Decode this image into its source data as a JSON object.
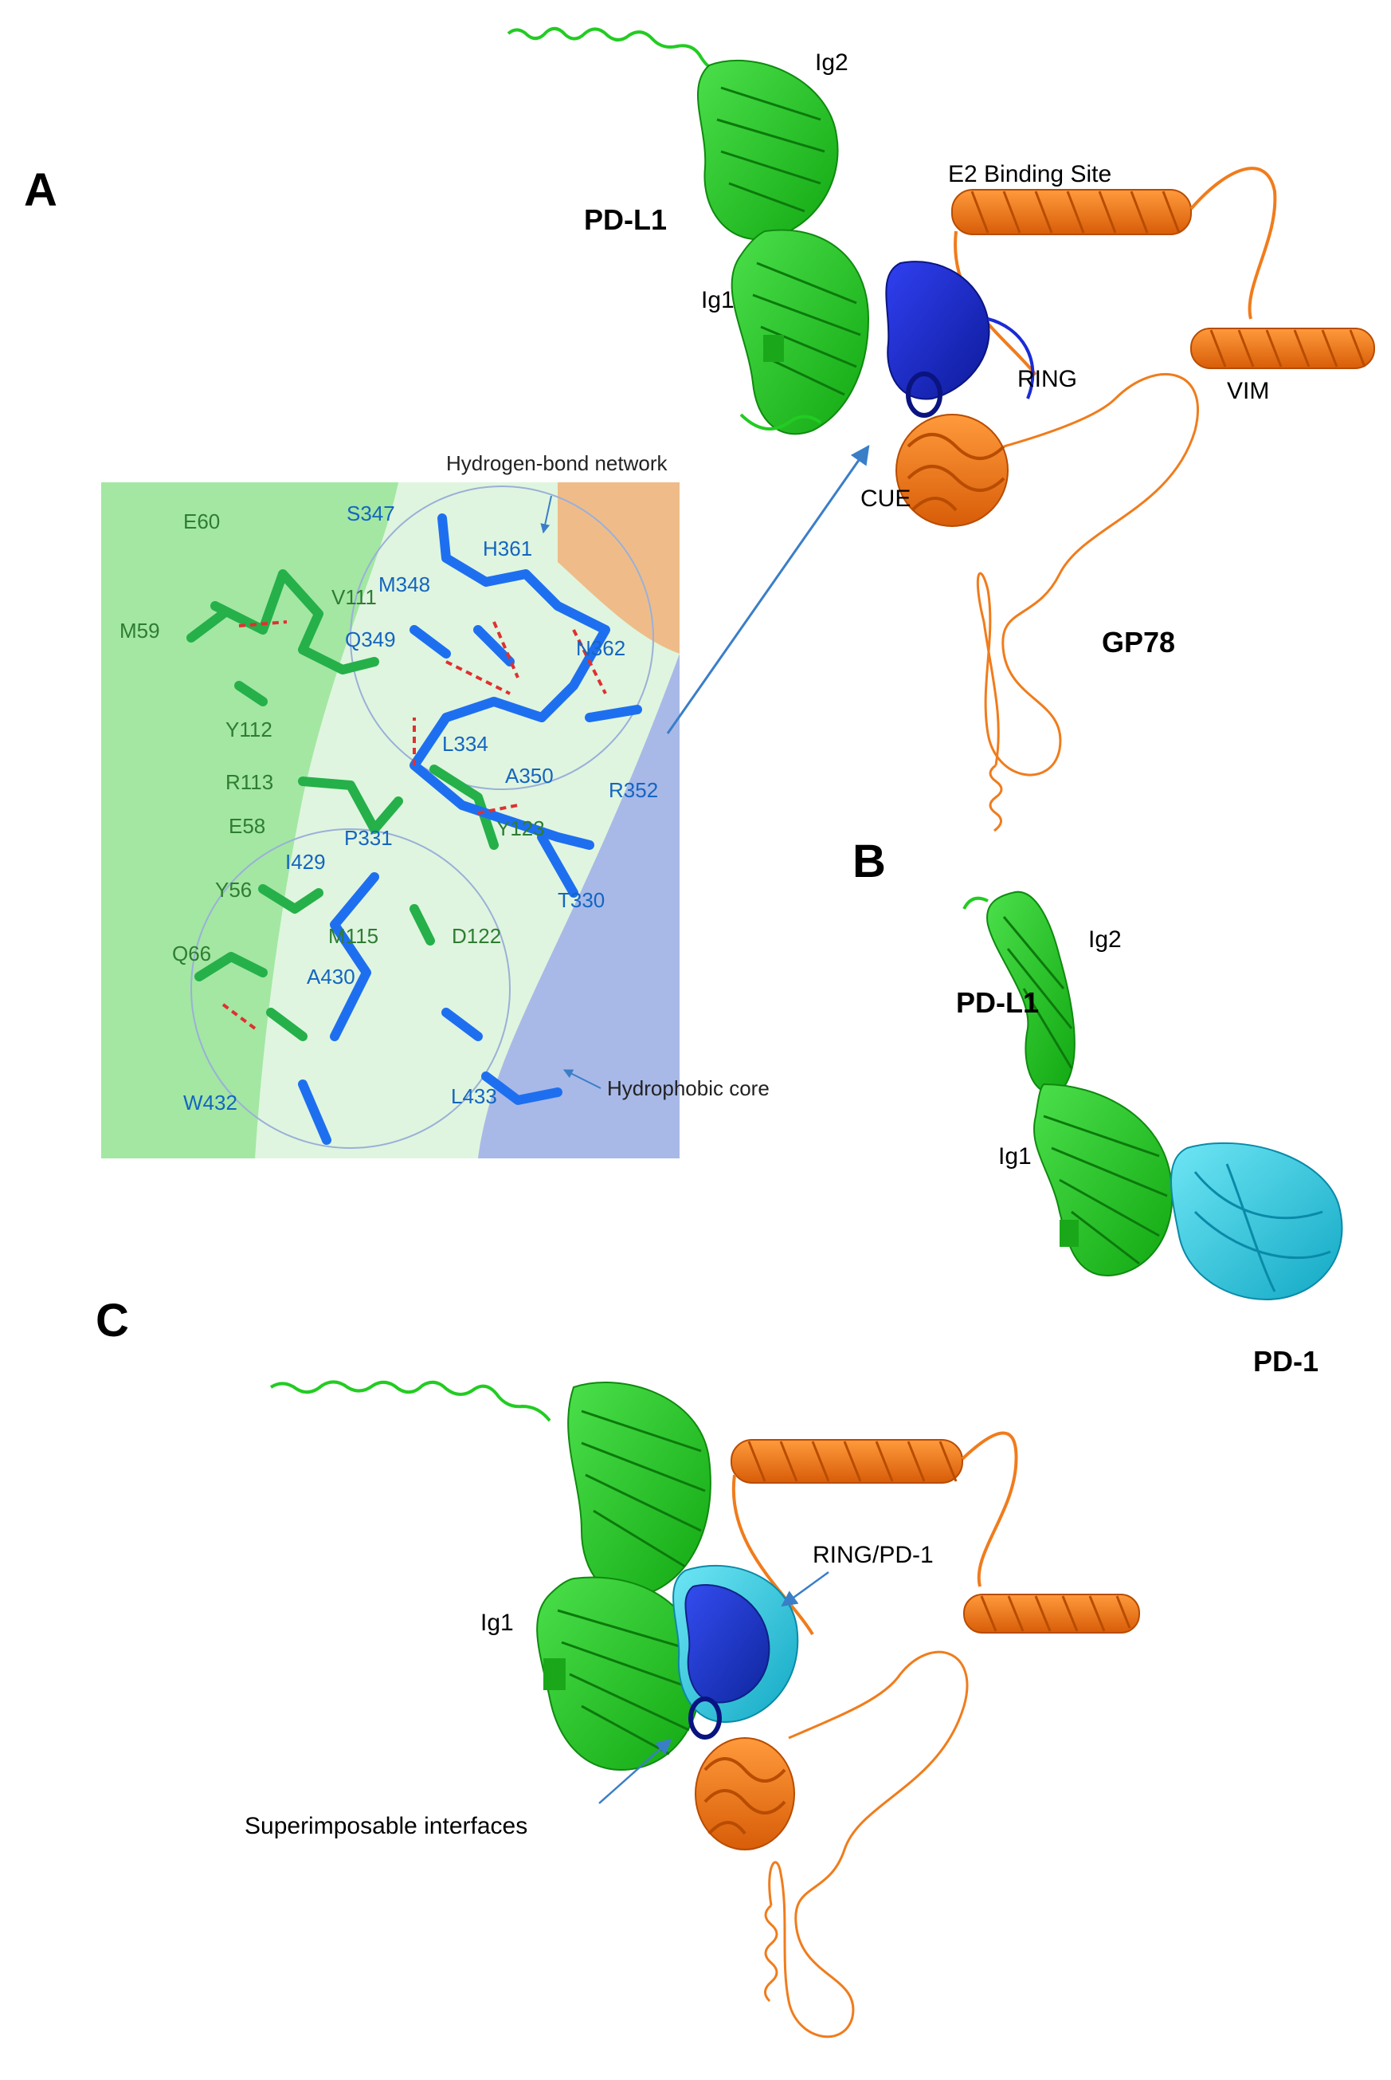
{
  "panels": {
    "a": "A",
    "b": "B",
    "c": "C"
  },
  "labels": {
    "pdl1_a": "PD-L1",
    "ig2_a": "Ig2",
    "ig1_a": "Ig1",
    "e2_binding": "E2 Binding Site",
    "ring": "RING",
    "vim": "VIM",
    "cue": "CUE",
    "gp78": "GP78",
    "hbond": "Hydrogen-bond network",
    "hydrophobic": "Hydrophobic core",
    "pdl1_b": "PD-L1",
    "ig2_b": "Ig2",
    "ig1_b": "Ig1",
    "pd1": "PD-1",
    "ig1_c": "Ig1",
    "ring_pd1": "RING/PD-1",
    "superimposable": "Superimposable interfaces"
  },
  "residues": {
    "green": [
      "E60",
      "M59",
      "V111",
      "Y112",
      "R113",
      "E58",
      "Y56",
      "Q66",
      "M115",
      "D122",
      "Y123"
    ],
    "blue": [
      "S347",
      "H361",
      "M348",
      "Q349",
      "N362",
      "L334",
      "A350",
      "R352",
      "P331",
      "I429",
      "T330",
      "A430",
      "L433",
      "W432"
    ]
  },
  "colors": {
    "pdl1": "#22cc22",
    "gp78": "#f07c1c",
    "ring": "#1a2bd6",
    "pd1": "#22c8e0",
    "arrow": "#3a7ec8",
    "hbond": "#e03030",
    "green_text": "#2e7d32",
    "blue_text": "#1565c0"
  }
}
